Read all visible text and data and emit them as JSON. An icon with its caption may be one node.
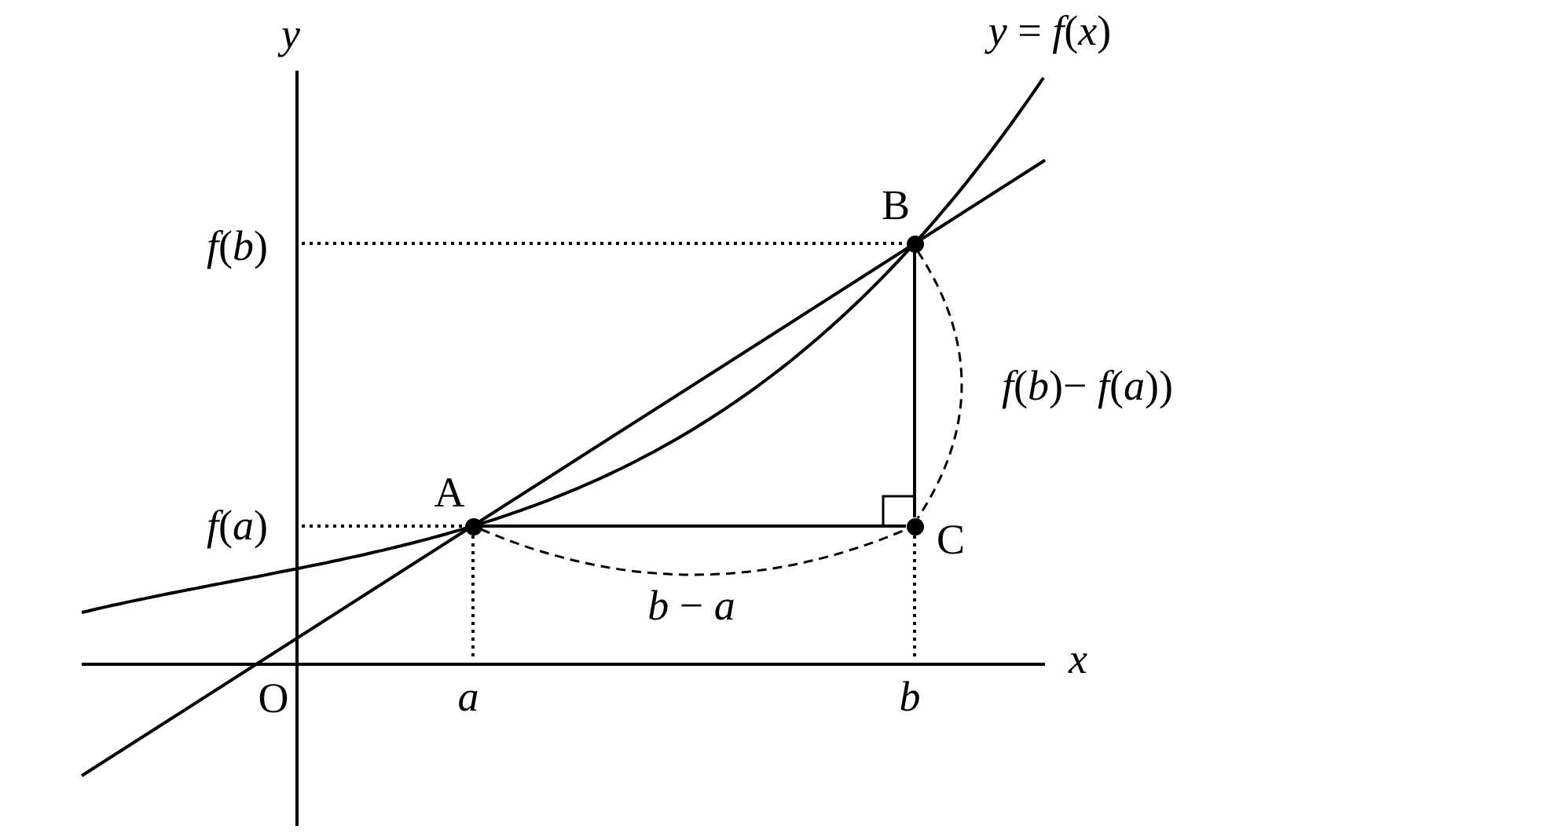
{
  "diagram": {
    "nodes": [
      {
        "text": [],
        "shape": "circle"
      },
      {
        "text": [],
        "shape": "circle"
      },
      {
        "text": [],
        "shape": "circle"
      }
    ],
    "edges": [
      {
        "from": 0,
        "to": 2,
        "arrow": "none"
      },
      {
        "from": 2,
        "to": 1,
        "arrow": "none"
      }
    ],
    "labels": [
      "*y*",
      "*y* = *f*(*x*)",
      "*f*(*b*)",
      "B",
      "*f*(*b*)− *f*(*a*))",
      "A",
      "*f*(*a*)",
      "C",
      "*b* − *a*",
      "*x*",
      "O",
      "*a*",
      "*b*"
    ]
  }
}
